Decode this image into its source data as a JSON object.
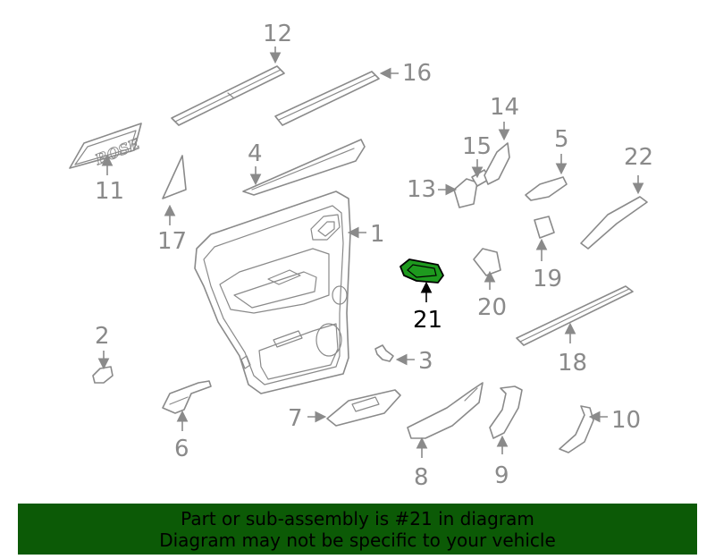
{
  "diagram": {
    "highlight_color": "#1e9a1e",
    "callouts": [
      {
        "id": "1",
        "label": "1"
      },
      {
        "id": "2",
        "label": "2"
      },
      {
        "id": "3",
        "label": "3"
      },
      {
        "id": "4",
        "label": "4"
      },
      {
        "id": "5",
        "label": "5"
      },
      {
        "id": "6",
        "label": "6"
      },
      {
        "id": "7",
        "label": "7"
      },
      {
        "id": "8",
        "label": "8"
      },
      {
        "id": "9",
        "label": "9"
      },
      {
        "id": "10",
        "label": "10"
      },
      {
        "id": "11",
        "label": "11"
      },
      {
        "id": "12",
        "label": "12"
      },
      {
        "id": "13",
        "label": "13"
      },
      {
        "id": "14",
        "label": "14"
      },
      {
        "id": "15",
        "label": "15"
      },
      {
        "id": "16",
        "label": "16"
      },
      {
        "id": "17",
        "label": "17"
      },
      {
        "id": "18",
        "label": "18"
      },
      {
        "id": "19",
        "label": "19"
      },
      {
        "id": "20",
        "label": "20"
      },
      {
        "id": "21",
        "label": "21",
        "highlighted": true
      },
      {
        "id": "22",
        "label": "22"
      }
    ],
    "badge_text": "BOSE"
  },
  "banner": {
    "background": "#0c5a06",
    "line1": "Part or sub-assembly is #21 in diagram",
    "line2": "Diagram may not be specific to your vehicle"
  }
}
